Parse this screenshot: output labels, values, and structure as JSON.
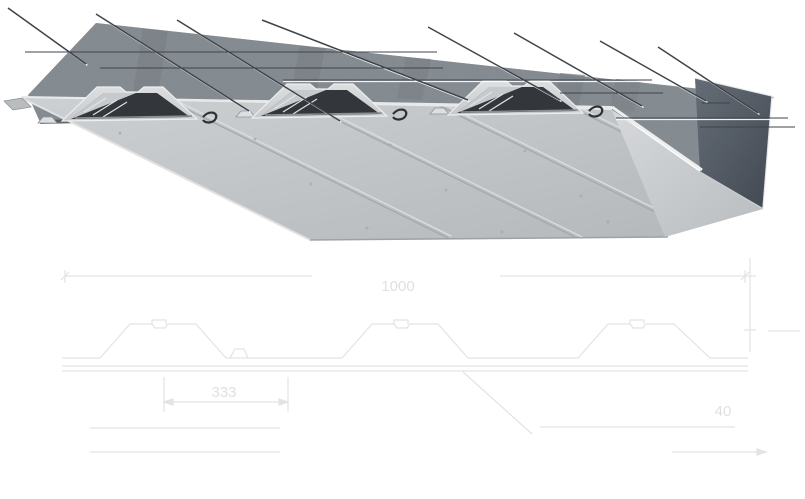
{
  "illustration": {
    "subject": "sandwich-roof-panel-3d-render",
    "leader_lines": {
      "diagonal_count": 8,
      "horizontal_count": 7
    },
    "colors": {
      "insulation_speckle": "#8e99a4",
      "insulation_band_dark": "#7d8893",
      "insulation_end_dark": "#5d6673",
      "metal_light": "#d5d7d8",
      "metal_mid": "#c3c7ca",
      "metal_shadow": "#9aa0a5",
      "hollow_dark": "#33373c",
      "leader_line": "#3f444a"
    }
  },
  "cross_section": {
    "stroke_color": "#e3e3e3",
    "text_color": "#e0e0e0",
    "dim_overall_width": "1000",
    "dim_module": "333",
    "dim_rib_height": "40"
  }
}
